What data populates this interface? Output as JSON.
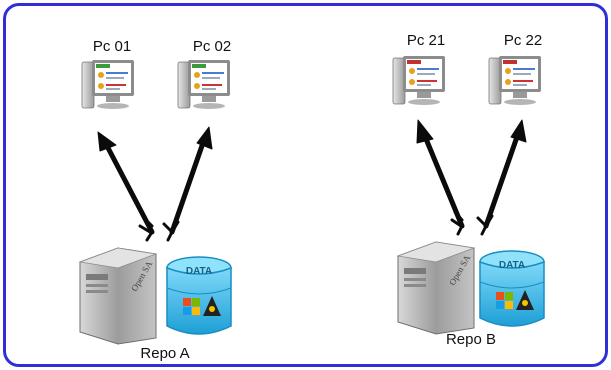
{
  "diagram": {
    "border_color": "#2f2fd8",
    "arrow_color": "#0b0b0b",
    "pcs": [
      {
        "label": "Pc 01",
        "screen_theme": "green"
      },
      {
        "label": "Pc 02",
        "screen_theme": "green"
      },
      {
        "label": "Pc 21",
        "screen_theme": "red"
      },
      {
        "label": "Pc 22",
        "screen_theme": "red"
      }
    ],
    "repos": [
      {
        "label": "Repo A",
        "server_icon": "server-tower-icon",
        "db_icon": "data-cloud-database-icon"
      },
      {
        "label": "Repo B",
        "server_icon": "server-tower-icon",
        "db_icon": "data-cloud-database-icon"
      }
    ],
    "icons": {
      "pc": "desktop-computer-icon",
      "arrow": "arrow-icon"
    }
  }
}
